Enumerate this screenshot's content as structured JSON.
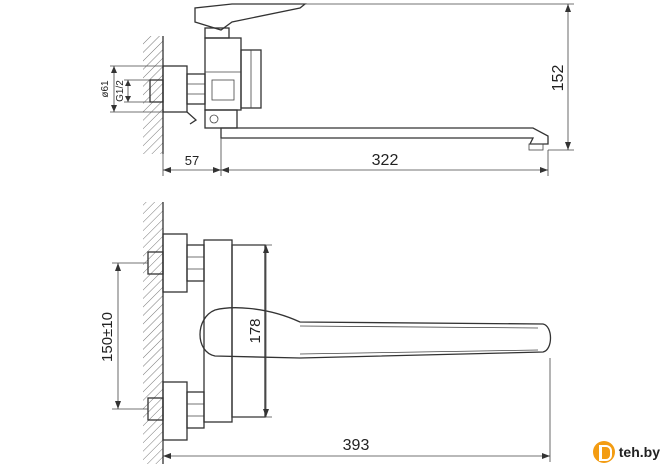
{
  "side_view": {
    "dim_height": "152",
    "dim_spout_length": "322",
    "dim_wall_offset": "57",
    "dim_pipe_diameter": "ø61",
    "dim_thread": "G1/2"
  },
  "front_view": {
    "dim_centers": "150±10",
    "dim_body_height": "178",
    "dim_total_length": "393"
  },
  "watermark": {
    "text": "teh.by",
    "color": "#f39c12"
  }
}
